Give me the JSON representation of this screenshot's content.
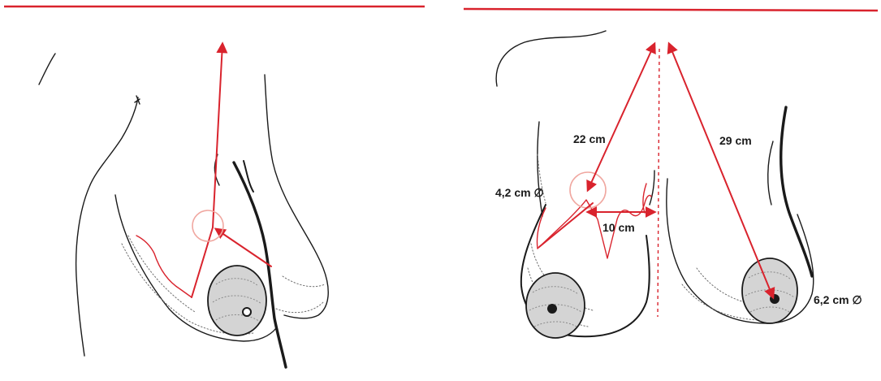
{
  "left_panel": {},
  "right_panel": {
    "labels": {
      "nipple_distance_left": "22 cm",
      "nipple_distance_right": "29 cm",
      "areola_diameter_new": "4,2 cm ∅",
      "areola_diameter_existing": "6,2 cm ∅",
      "horizontal_distance": "10 cm"
    }
  },
  "colors": {
    "annotation_red": "#d9232d",
    "sketch_black": "#1a1a1a"
  }
}
